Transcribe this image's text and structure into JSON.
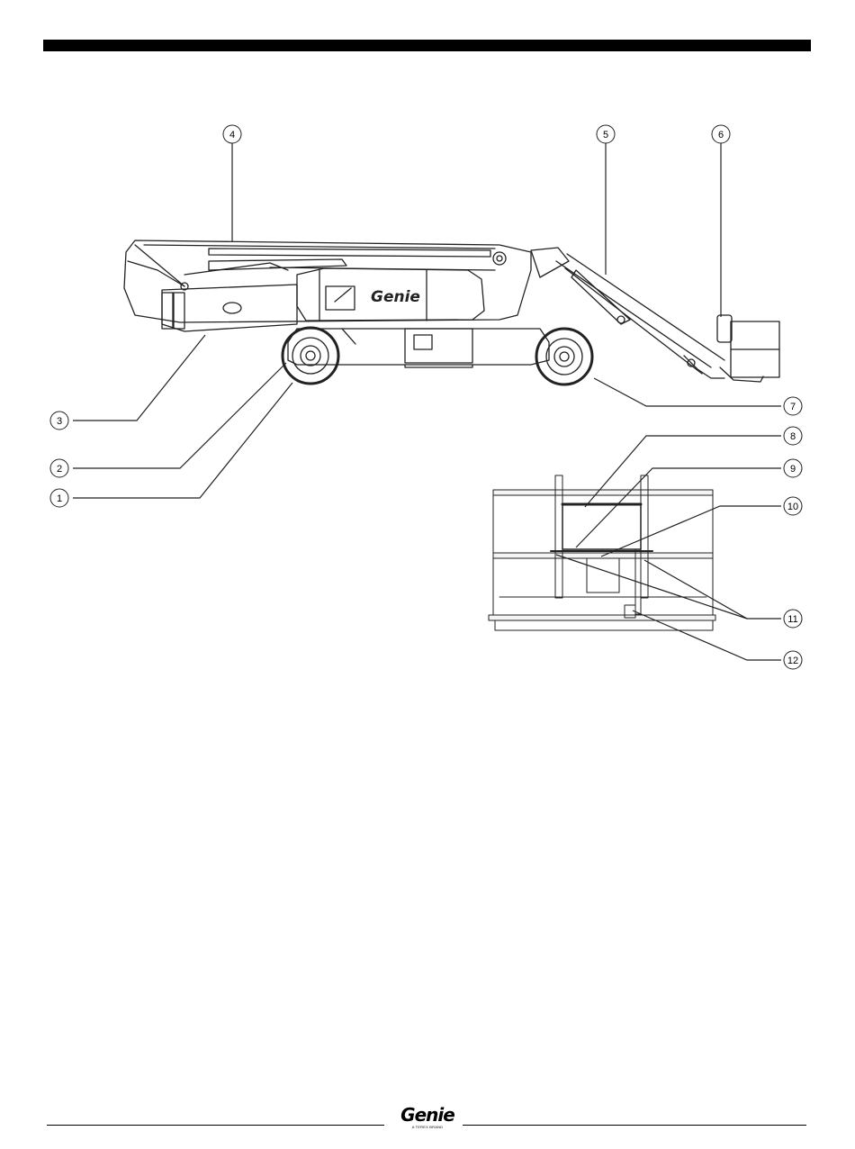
{
  "callouts": [
    {
      "id": "c1",
      "label": "1"
    },
    {
      "id": "c2",
      "label": "2"
    },
    {
      "id": "c3",
      "label": "3"
    },
    {
      "id": "c4",
      "label": "4"
    },
    {
      "id": "c5",
      "label": "5"
    },
    {
      "id": "c6",
      "label": "6"
    },
    {
      "id": "c7",
      "label": "7"
    },
    {
      "id": "c8",
      "label": "8"
    },
    {
      "id": "c9",
      "label": "9"
    },
    {
      "id": "c10",
      "label": "10"
    },
    {
      "id": "c11",
      "label": "11"
    },
    {
      "id": "c12",
      "label": "12"
    }
  ],
  "machine_logo": "Genie",
  "footer": {
    "logo": "Genie",
    "logo_sub": "A TEREX BRAND"
  }
}
